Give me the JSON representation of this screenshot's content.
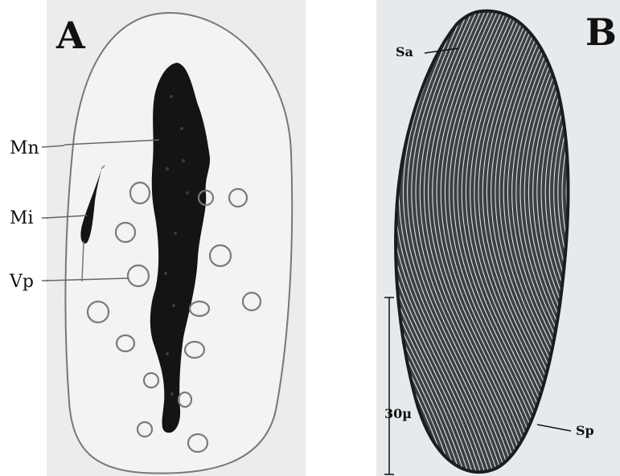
{
  "panels": [
    {
      "letter": "A",
      "labels": [
        {
          "text": "Mn"
        },
        {
          "text": "Mi"
        },
        {
          "text": "Vp"
        }
      ]
    },
    {
      "letter": "B",
      "labels": [
        {
          "text": "Sa"
        },
        {
          "text": "Sp"
        }
      ],
      "scale_bar": "30µ"
    }
  ],
  "colors": {
    "line": "#6b6b6b",
    "nucleus": "#151515",
    "kinety": "#ffffff",
    "cell_b": "#3a4045"
  }
}
